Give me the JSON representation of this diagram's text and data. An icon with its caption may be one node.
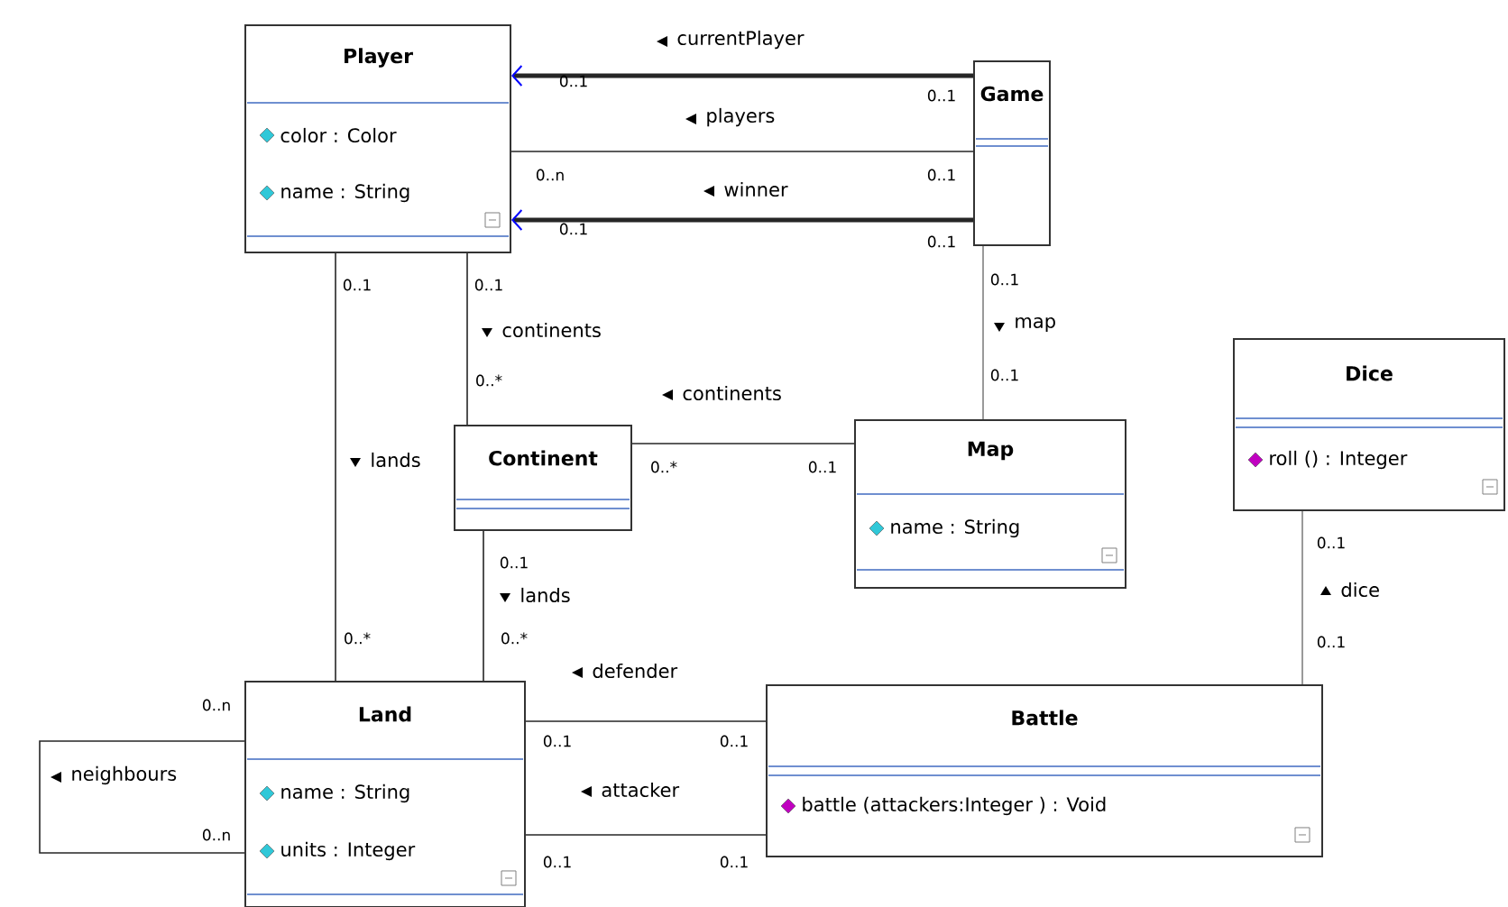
{
  "diagram": {
    "nodes": [
      {
        "text": [
          "Player",
          "color : Color",
          "name : String"
        ]
      },
      {
        "text": [
          "Game"
        ]
      },
      {
        "text": [
          "Continent"
        ]
      },
      {
        "text": [
          "Map",
          "name : String"
        ]
      },
      {
        "text": [
          "Dice",
          "roll () : Integer"
        ]
      },
      {
        "text": [
          "Land",
          "name : String",
          "units : Integer"
        ]
      },
      {
        "text": [
          "Battle",
          "battle (attackers:Integer  ) : Void"
        ]
      }
    ],
    "edges": [
      {
        "from": 1,
        "to": 0,
        "arrow": "to",
        "label": "currentPlayer",
        "style": "thick"
      },
      {
        "from": 1,
        "to": 0,
        "arrow": "none",
        "label": "players"
      },
      {
        "from": 1,
        "to": 0,
        "arrow": "to",
        "label": "winner",
        "style": "thick"
      },
      {
        "from": 0,
        "to": 5,
        "arrow": "none",
        "label": "lands"
      },
      {
        "from": 0,
        "to": 2,
        "arrow": "none",
        "label": "continents"
      },
      {
        "from": 1,
        "to": 3,
        "arrow": "none",
        "label": "map",
        "color": "#808080"
      },
      {
        "from": 3,
        "to": 2,
        "arrow": "none",
        "label": "continents"
      },
      {
        "from": 2,
        "to": 5,
        "arrow": "none",
        "label": "lands"
      },
      {
        "from": 6,
        "to": 5,
        "arrow": "none",
        "label": "defender"
      },
      {
        "from": 6,
        "to": 5,
        "arrow": "none",
        "label": "attacker"
      },
      {
        "from": 5,
        "to": 5,
        "arrow": "none",
        "label": "neighbours"
      },
      {
        "from": 4,
        "to": 6,
        "arrow": "none",
        "label": "dice",
        "color": "#808080"
      }
    ],
    "labels": [
      "0..1",
      "0..1",
      "0..n",
      "0..1",
      "0..1",
      "0..1",
      "0..1",
      "0..1",
      "0..1",
      "0..*",
      "0..1",
      "0..*",
      "0..1",
      "0..1",
      "0..1",
      "0..*",
      "0..*",
      "0..1",
      "0..n",
      "0..1",
      "0..1",
      "0..n",
      "0..1",
      "0..1"
    ]
  }
}
